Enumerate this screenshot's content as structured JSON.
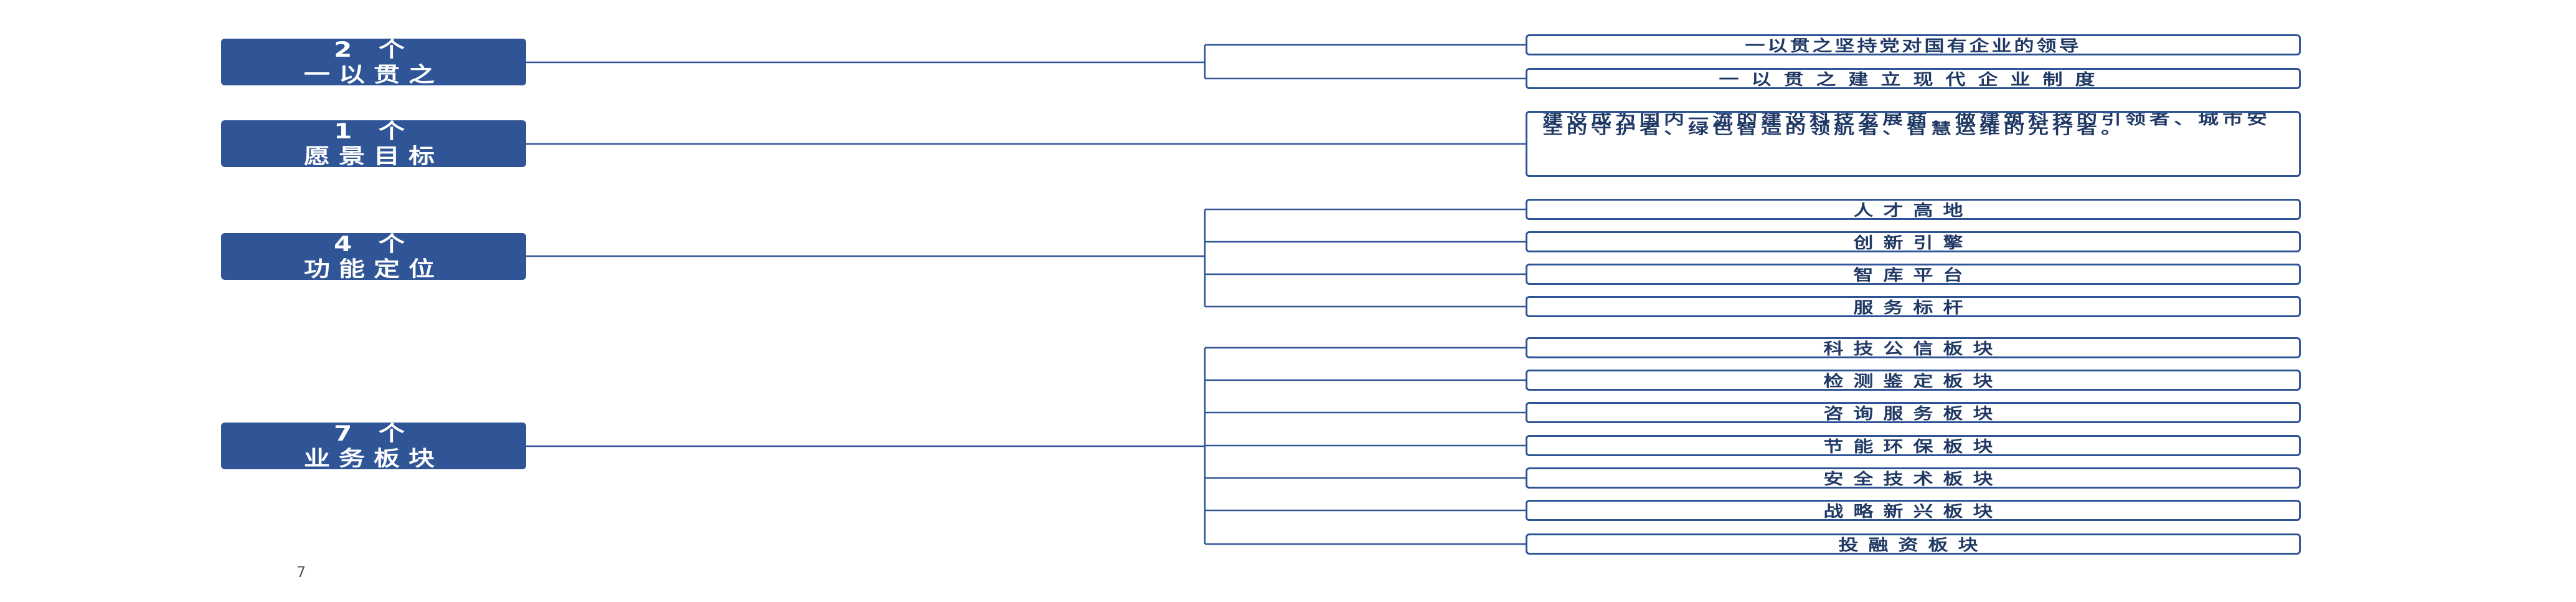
{
  "diagram": {
    "groups": [
      {
        "count_label": "2 个",
        "title": "一以贯之",
        "items": [
          "一以贯之坚持党对国有企业的领导",
          "一以贯之建立现代企业制度"
        ]
      },
      {
        "count_label": "1 个",
        "title": "愿景目标",
        "vision": "建设成为国内一流的建设科技发展商，做建筑科技的引领者、城市安全的守护者、绿色智造的领航者、智慧运维的先行者。"
      },
      {
        "count_label": "4 个",
        "title": "功能定位",
        "items": [
          "人才高地",
          "创新引擎",
          "智库平台",
          "服务标杆"
        ]
      },
      {
        "count_label": "7 个",
        "title": "业务板块",
        "items": [
          "科技公信板块",
          "检测鉴定板块",
          "咨询服务板块",
          "节能环保板块",
          "安全技术板块",
          "战略新兴板块",
          "投融资板块"
        ]
      }
    ],
    "page_number": "7",
    "colors": {
      "box_fill": "#2f5597",
      "line": "#2f5597",
      "text": "#1f3864"
    }
  }
}
